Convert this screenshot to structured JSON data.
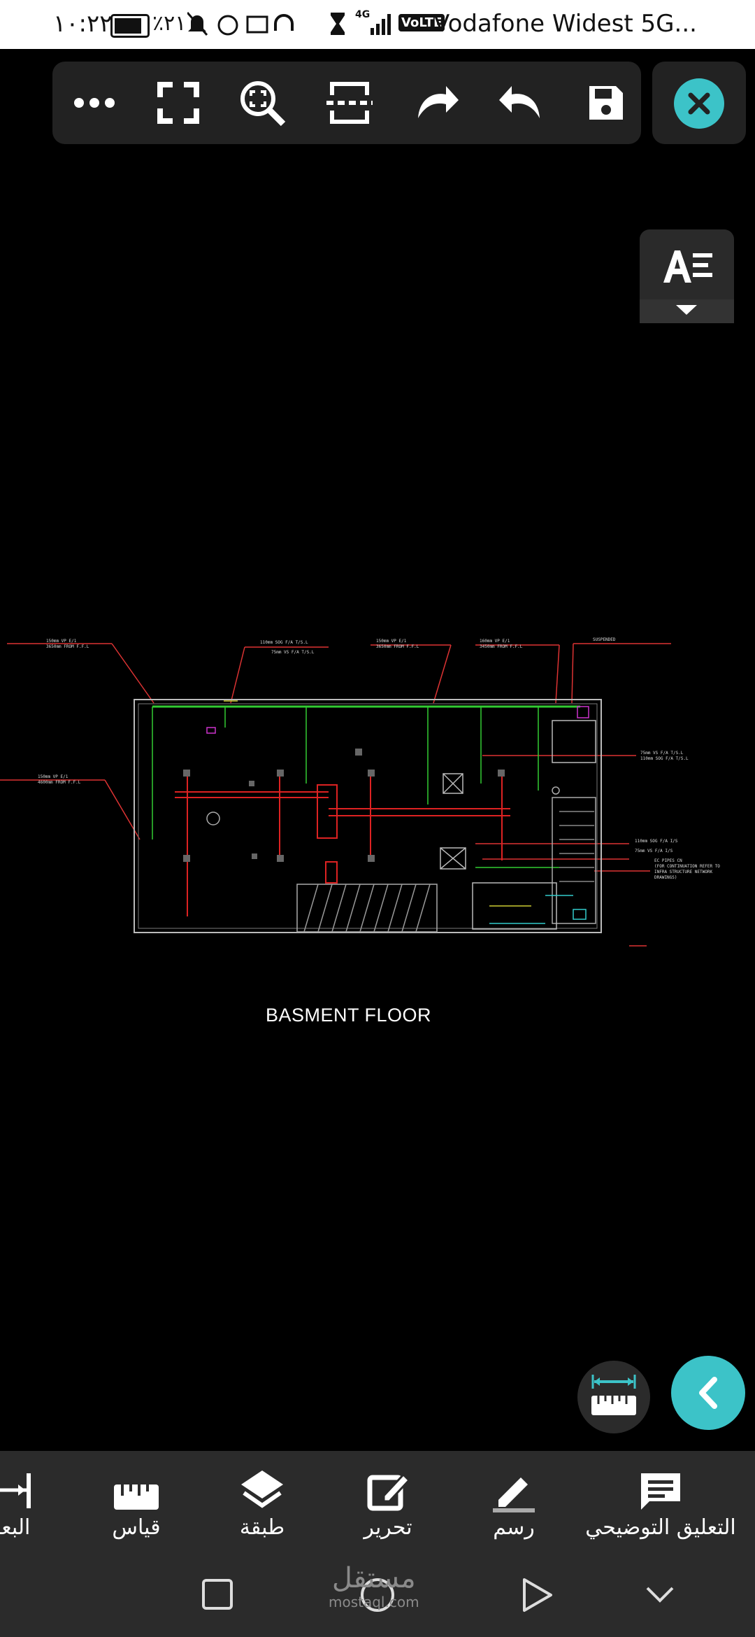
{
  "status_bar": {
    "time": "١٠:٢٢",
    "battery": "٪٢١",
    "network_type": "4G",
    "volte": "VoLTE",
    "carrier": "Vodafone Widest 5G..."
  },
  "drawing": {
    "title": "BASMENT FLOOR"
  },
  "bottom_tabs": [
    {
      "label": "التعليق التوضيحي",
      "icon": "comment-icon"
    },
    {
      "label": "رسم",
      "icon": "pencil-icon"
    },
    {
      "label": "تحرير",
      "icon": "edit-icon"
    },
    {
      "label": "طبقة",
      "icon": "layers-icon"
    },
    {
      "label": "قياس",
      "icon": "ruler-icon"
    },
    {
      "label": "البعد",
      "icon": "dimension-icon"
    }
  ],
  "watermark": {
    "arabic": "مستقل",
    "latin": "mostaql.com"
  },
  "colors": {
    "accent": "#3cc3c8",
    "toolbar_bg": "#222222",
    "tabbar_bg": "#2b2b2b"
  }
}
